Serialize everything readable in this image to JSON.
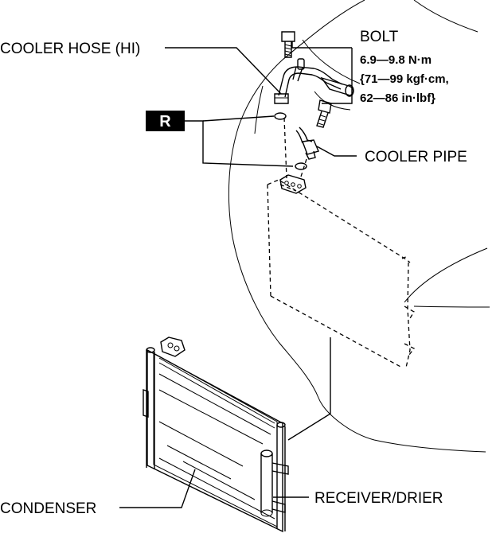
{
  "labels": {
    "cooler_hose_hi": "COOLER HOSE (HI)",
    "bolt": "BOLT",
    "torque_line1": "6.9—9.8 N·m",
    "torque_line2": "{71—99 kgf·cm,",
    "torque_line3": "62—86 in·lbf}",
    "replace_badge": "R",
    "cooler_pipe": "COOLER PIPE",
    "condenser": "CONDENSER",
    "receiver_drier": "RECEIVER/DRIER"
  }
}
